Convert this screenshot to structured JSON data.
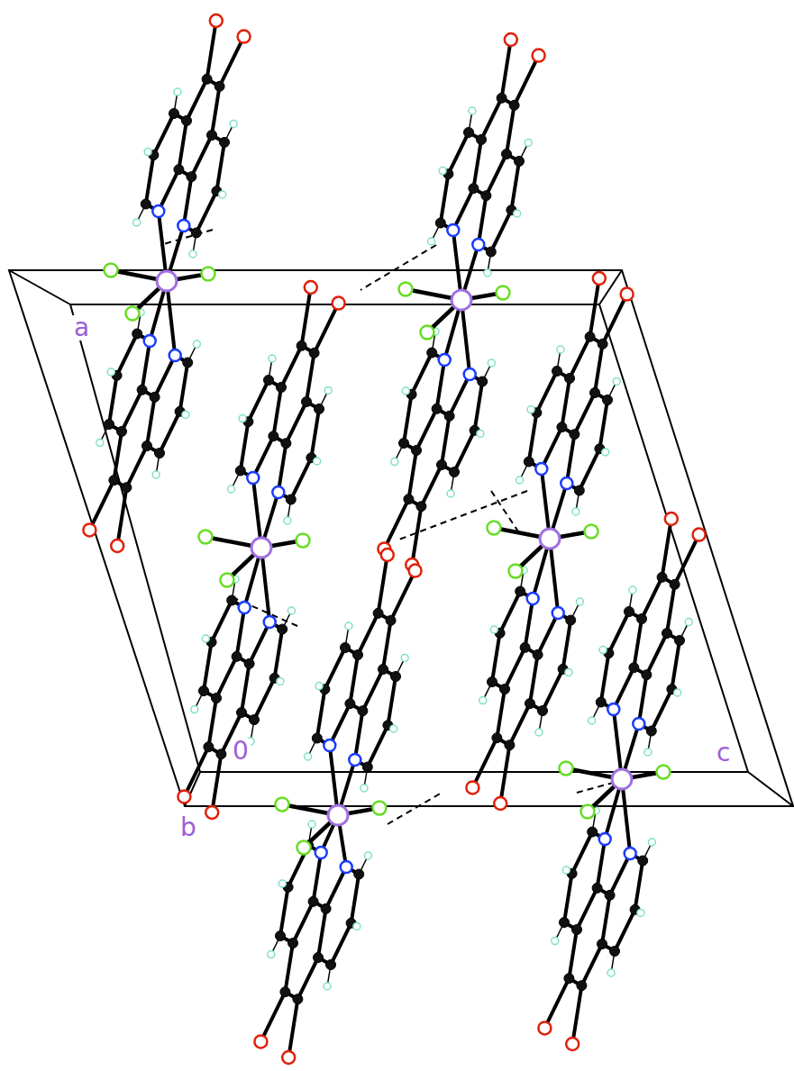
{
  "diagram": {
    "labels": [
      "a",
      "0",
      "c",
      "b"
    ]
  }
}
